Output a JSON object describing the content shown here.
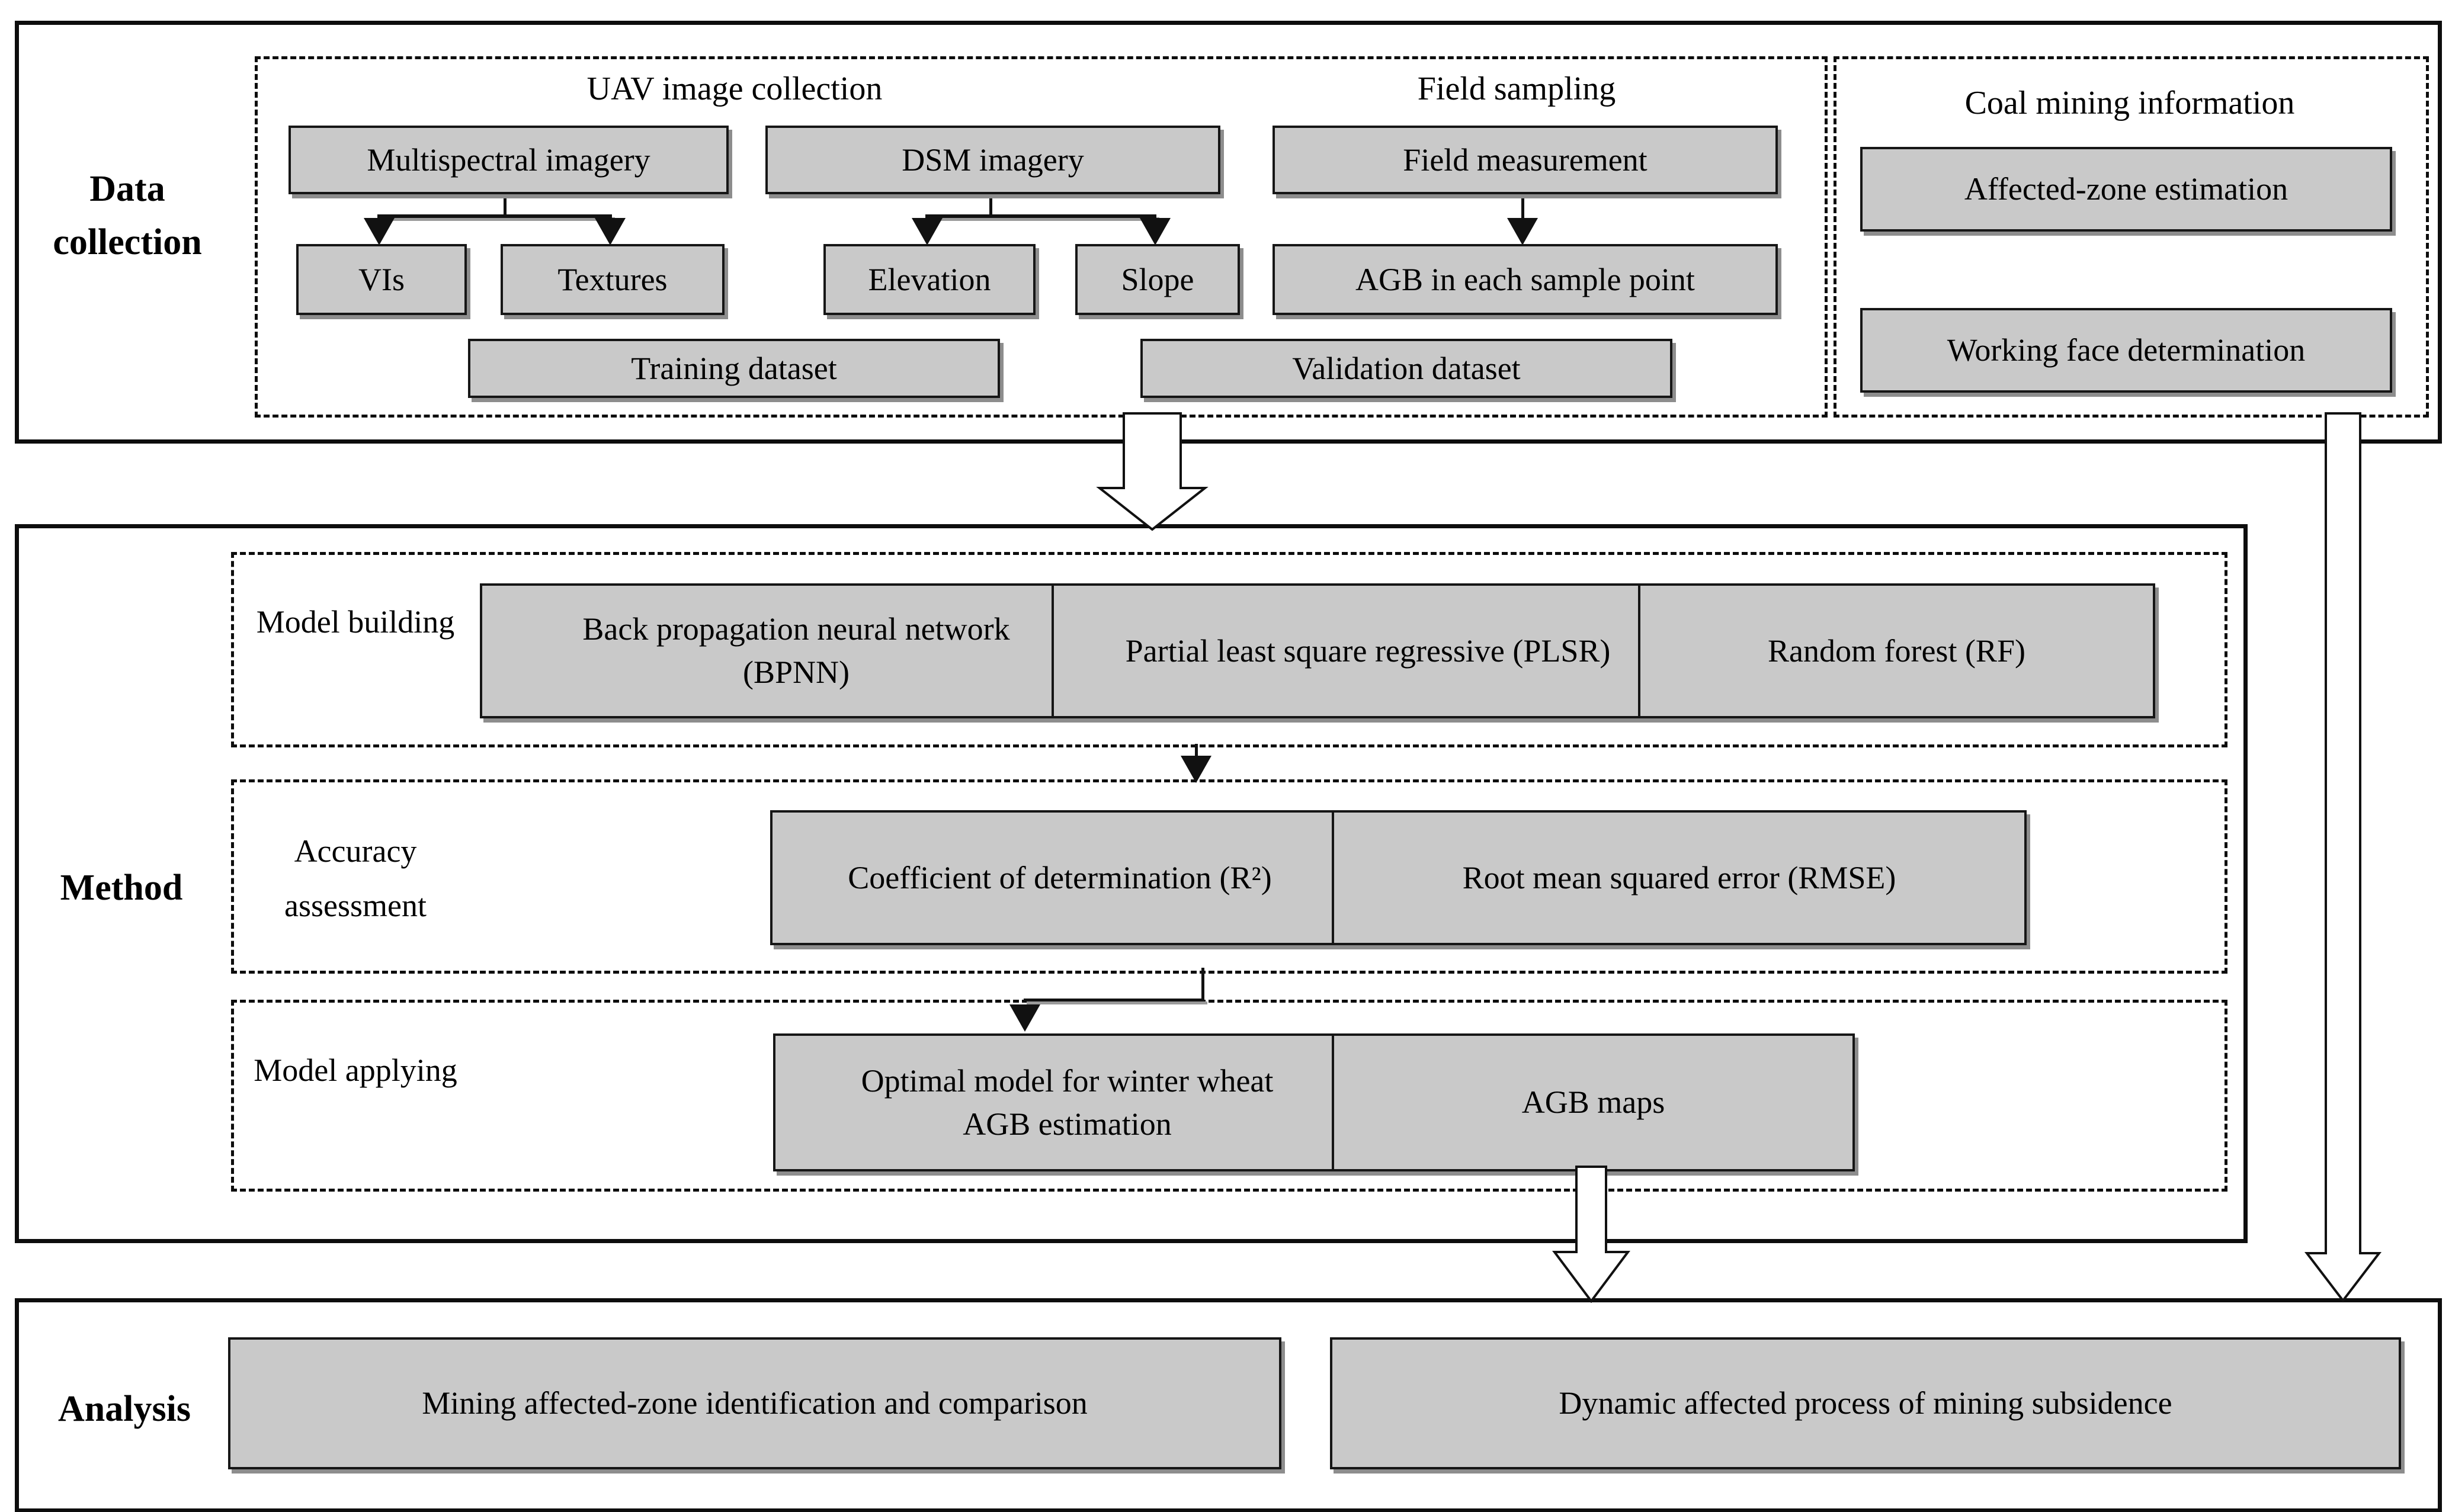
{
  "colors": {
    "box_fill": "#c9c9c9",
    "box_border": "#161616",
    "box_shadow": "#8d8d8d",
    "line": "#111111",
    "background": "#ffffff"
  },
  "data_collection": {
    "section_label": "Data collection",
    "uav_title": "UAV image collection",
    "field_title": "Field sampling",
    "coal_title": "Coal mining information",
    "multispectral": "Multispectral imagery",
    "dsm": "DSM imagery",
    "field_measurement": "Field measurement",
    "vis": "VIs",
    "textures": "Textures",
    "elevation": "Elevation",
    "slope": "Slope",
    "agb_sample": "AGB in each sample point",
    "training": "Training dataset",
    "validation": "Validation dataset",
    "affected_zone": "Affected-zone estimation",
    "working_face": "Working face determination"
  },
  "method": {
    "section_label": "Method",
    "model_building_label": "Model building",
    "bpnn": "Back propagation neural network (BPNN)",
    "plsr": "Partial least square regressive (PLSR)",
    "rf": "Random forest (RF)",
    "accuracy_label": "Accuracy assessment",
    "r2": "Coefficient of determination (R²)",
    "rmse": "Root mean squared error (RMSE)",
    "model_applying_label": "Model applying",
    "optimal_model": "Optimal model for winter wheat AGB estimation",
    "agb_maps": "AGB maps"
  },
  "analysis": {
    "section_label": "Analysis",
    "mining_zone": "Mining affected-zone identification and comparison",
    "dynamic_process": "Dynamic affected process of mining subsidence"
  }
}
